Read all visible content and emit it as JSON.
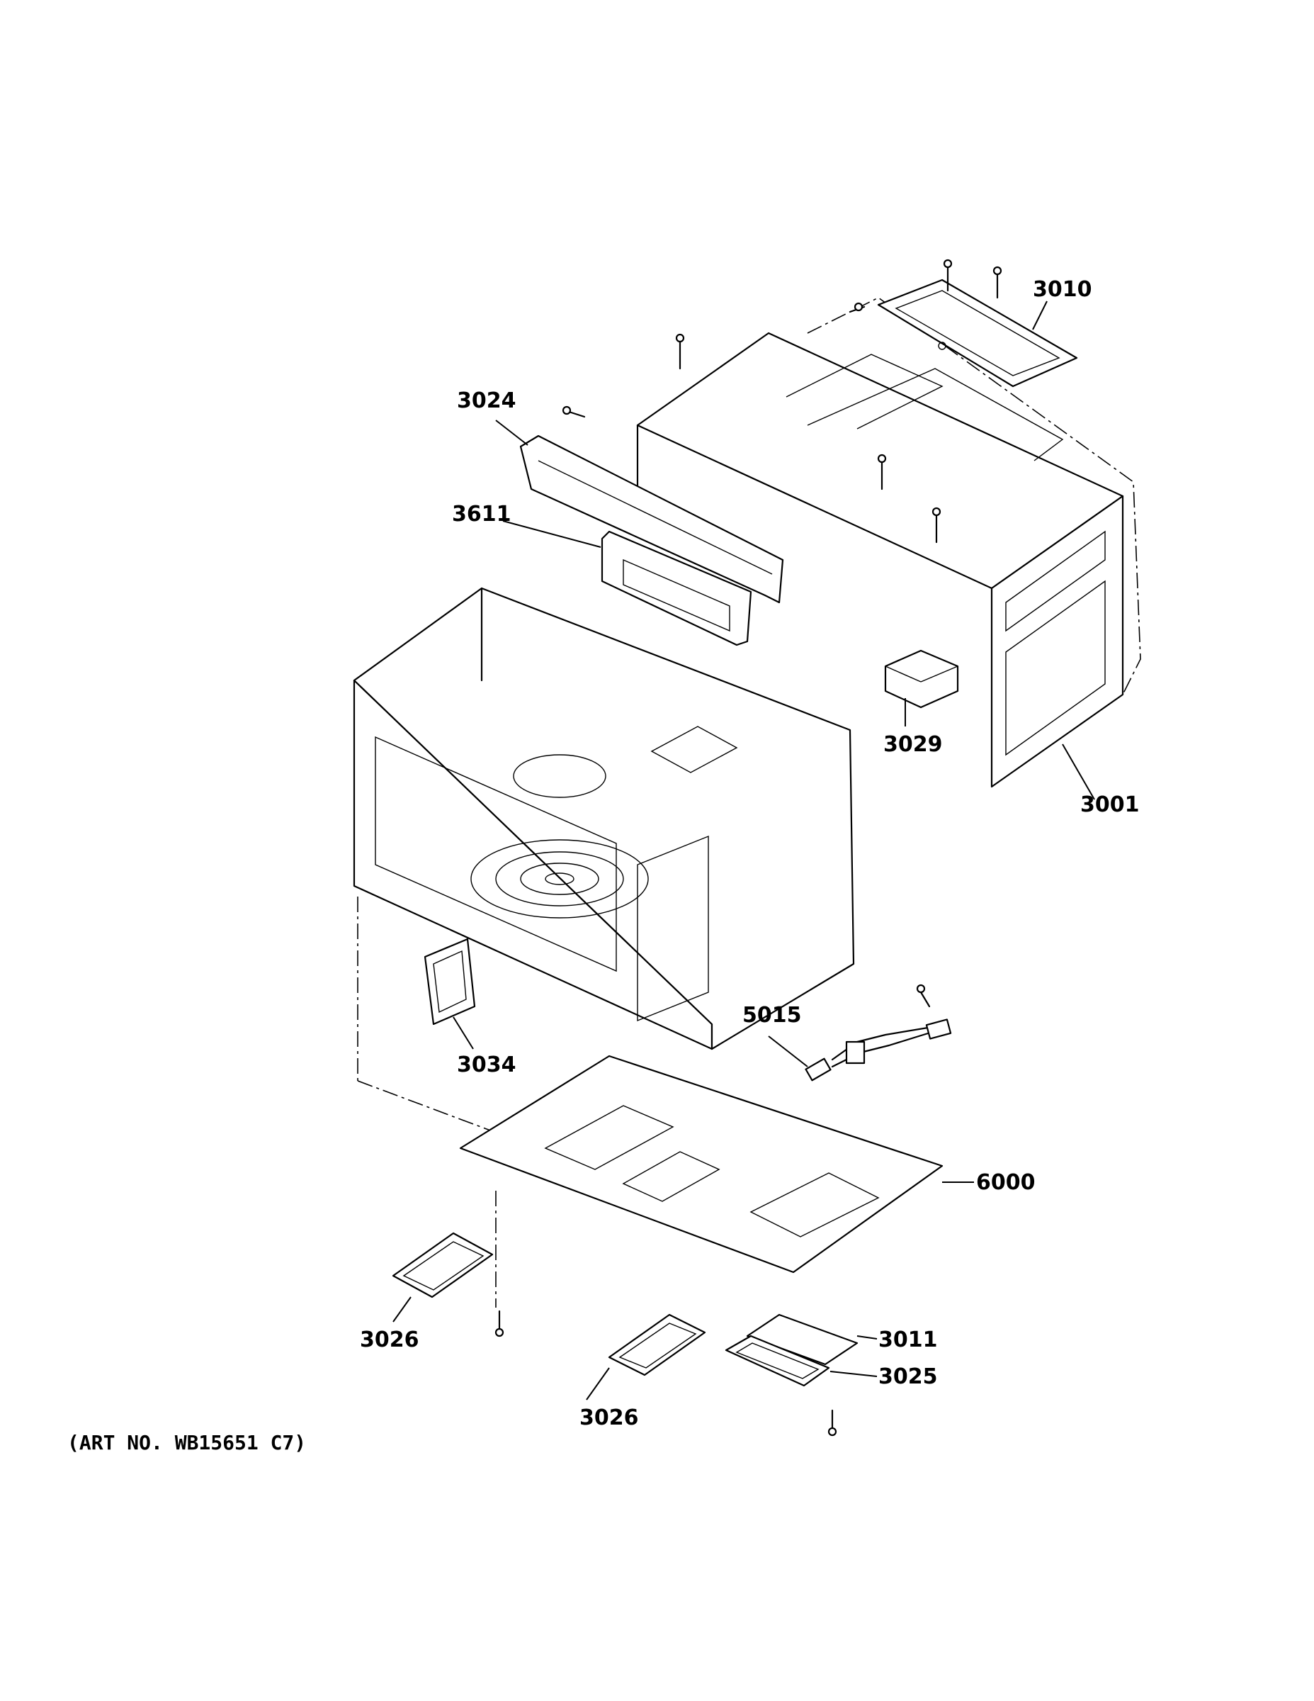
{
  "diagram": {
    "art_number": "(ART NO. WB15651 C7)",
    "callouts": {
      "c3010": "3010",
      "c3024": "3024",
      "c3611": "3611",
      "c3029": "3029",
      "c3001": "3001",
      "c5015": "5015",
      "c3034": "3034",
      "c6000": "6000",
      "c3026a": "3026",
      "c3026b": "3026",
      "c3011": "3011",
      "c3025": "3025"
    }
  }
}
